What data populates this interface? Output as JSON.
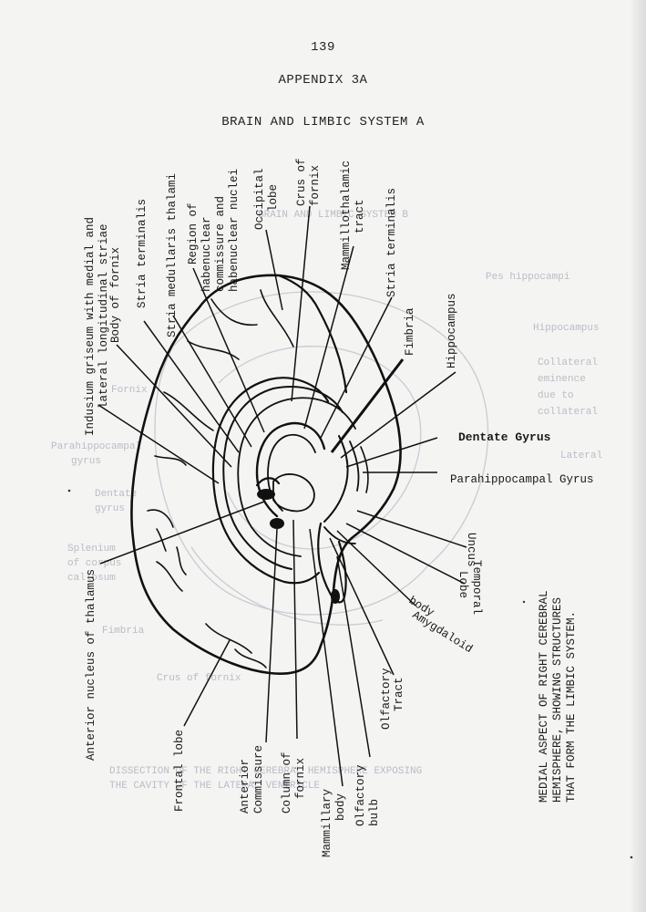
{
  "page_number": "139",
  "appendix": "APPENDIX 3A",
  "title": "BRAIN AND LIMBIC SYSTEM A",
  "labels": {
    "indusium": "Indusium griseum with medial and",
    "indusium2": "lateral longitudinal striae",
    "body_fornix": "Body of fornix",
    "stria_term_left": "Stria terminalis",
    "stria_medullaris": "Stria medullaris thalami",
    "habenular1": "Region of",
    "habenular2": "habenuclear",
    "habenular3": "commissure and",
    "habenular4": "habenuclear nuclei",
    "occipital1": "Occipital",
    "occipital2": "lobe",
    "crus1": "Crus of",
    "crus2": "fornix",
    "mammillothalamic1": "Mammillothalamic",
    "mammillothalamic2": "tract",
    "stria_term_right": "Stria terminalis",
    "fimbria": "Fimbria",
    "hippocampus": "Hippocampus",
    "dentate": "Dentate  Gyrus",
    "parahippocampal": "Parahippocampal Gyrus",
    "uncus": "Uncus",
    "temporal1": "Temporal",
    "temporal2": "Lobe",
    "amygdaloid1": "Amygdaloid",
    "amygdaloid2": "body",
    "olfactory_tract1": "Olfactory",
    "olfactory_tract2": "Tract",
    "olfactory_bulb1": "Olfactory",
    "olfactory_bulb2": "bulb",
    "mammillary1": "Mammillary",
    "mammillary2": "body",
    "column1": "Column of",
    "column2": "fornix",
    "anterior_comm1": "Anterior",
    "anterior_comm2": "Commissure",
    "frontal": "Frontal lobe",
    "anterior_nucleus": "Anterior nucleus of thalamus"
  },
  "caption": {
    "line1": "MEDIAL ASPECT OF RIGHT CEREBRAL",
    "line2": "HEMISPHERE, SHOWING STRUCTURES",
    "line3": "THAT FORM THE LIMBIC SYSTEM."
  },
  "bleed_through": {
    "b1": "BRAIN AND LIMBIC SYSTEM B",
    "b2": "Pes hippocampi",
    "b3": "Hippocampus",
    "b4": "Collateral",
    "b5": "eminence",
    "b6": "due to",
    "b7": "collateral",
    "b8": "Parahippocampal",
    "b9": "gyrus",
    "b10": "Lateral",
    "b11": "Dentate",
    "b12": "gyrus",
    "b13": "Fornix",
    "b14": "Splenium",
    "b15": "of corpus",
    "b16": "callosum",
    "b17": "Fimbria",
    "b18": "Crus of fornix",
    "b19": "DISSECTION OF THE RIGHT CEREBRAL HEMISPHERE EXPOSING",
    "b20": "THE CAVITY OF THE LATERAL VENTRICLE"
  }
}
